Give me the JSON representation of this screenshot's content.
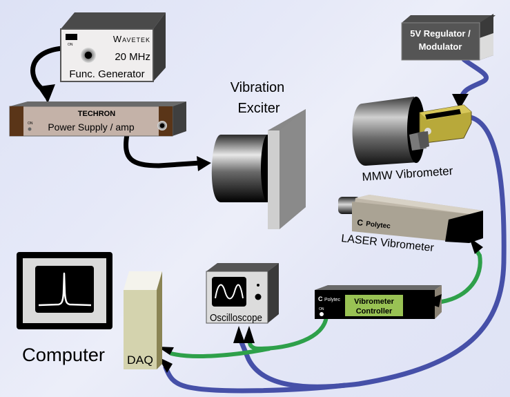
{
  "colors": {
    "background": "#dfe3f5",
    "cable_black": "#000000",
    "cable_blue": "#4650a8",
    "cable_green": "#2ea04a",
    "controller_screen": "#99c254",
    "mmw_waveguide": "#b8a93a",
    "daq_face": "#d4d3ae"
  },
  "devices": {
    "function_generator": {
      "brand": "Wavetek",
      "power_label": "ON",
      "line1": "20 MHz",
      "line2": "Func. Generator",
      "icon": "bnc-connector-icon"
    },
    "power_amp": {
      "brand": "TECHRON",
      "power_label": "ON",
      "label": "Power Supply / amp",
      "icon": "bnc-connector-icon"
    },
    "vibration_exciter": {
      "label_line1": "Vibration",
      "label_line2": "Exciter"
    },
    "regulator": {
      "line1": "5V Regulator /",
      "line2": "Modulator"
    },
    "mmw_vibrometer": {
      "label": "MMW Vibrometer"
    },
    "laser_vibrometer": {
      "brand": "Polytec",
      "label": "LASER Vibrometer"
    },
    "vibrometer_controller": {
      "brand": "Polytec",
      "power_label": "ON",
      "line1": "Vibrometer",
      "line2": "Controller"
    },
    "oscilloscope": {
      "label": "Oscilloscope",
      "icon": "sine-wave-icon"
    },
    "computer": {
      "label": "Computer",
      "icon": "spectrum-peak-icon"
    },
    "daq": {
      "label": "DAQ"
    }
  },
  "connections": [
    {
      "from": "function_generator",
      "to": "power_amp",
      "color": "black"
    },
    {
      "from": "power_amp",
      "to": "vibration_exciter",
      "color": "black"
    },
    {
      "from": "regulator",
      "to": "mmw_vibrometer",
      "color": "blue"
    },
    {
      "from": "mmw_vibrometer",
      "to": "oscilloscope",
      "color": "blue"
    },
    {
      "from": "mmw_vibrometer",
      "to": "daq",
      "color": "blue"
    },
    {
      "from": "vibrometer_controller",
      "to": "laser_vibrometer",
      "color": "green"
    },
    {
      "from": "vibrometer_controller",
      "to": "oscilloscope",
      "color": "green"
    },
    {
      "from": "vibrometer_controller",
      "to": "daq",
      "color": "green"
    }
  ]
}
